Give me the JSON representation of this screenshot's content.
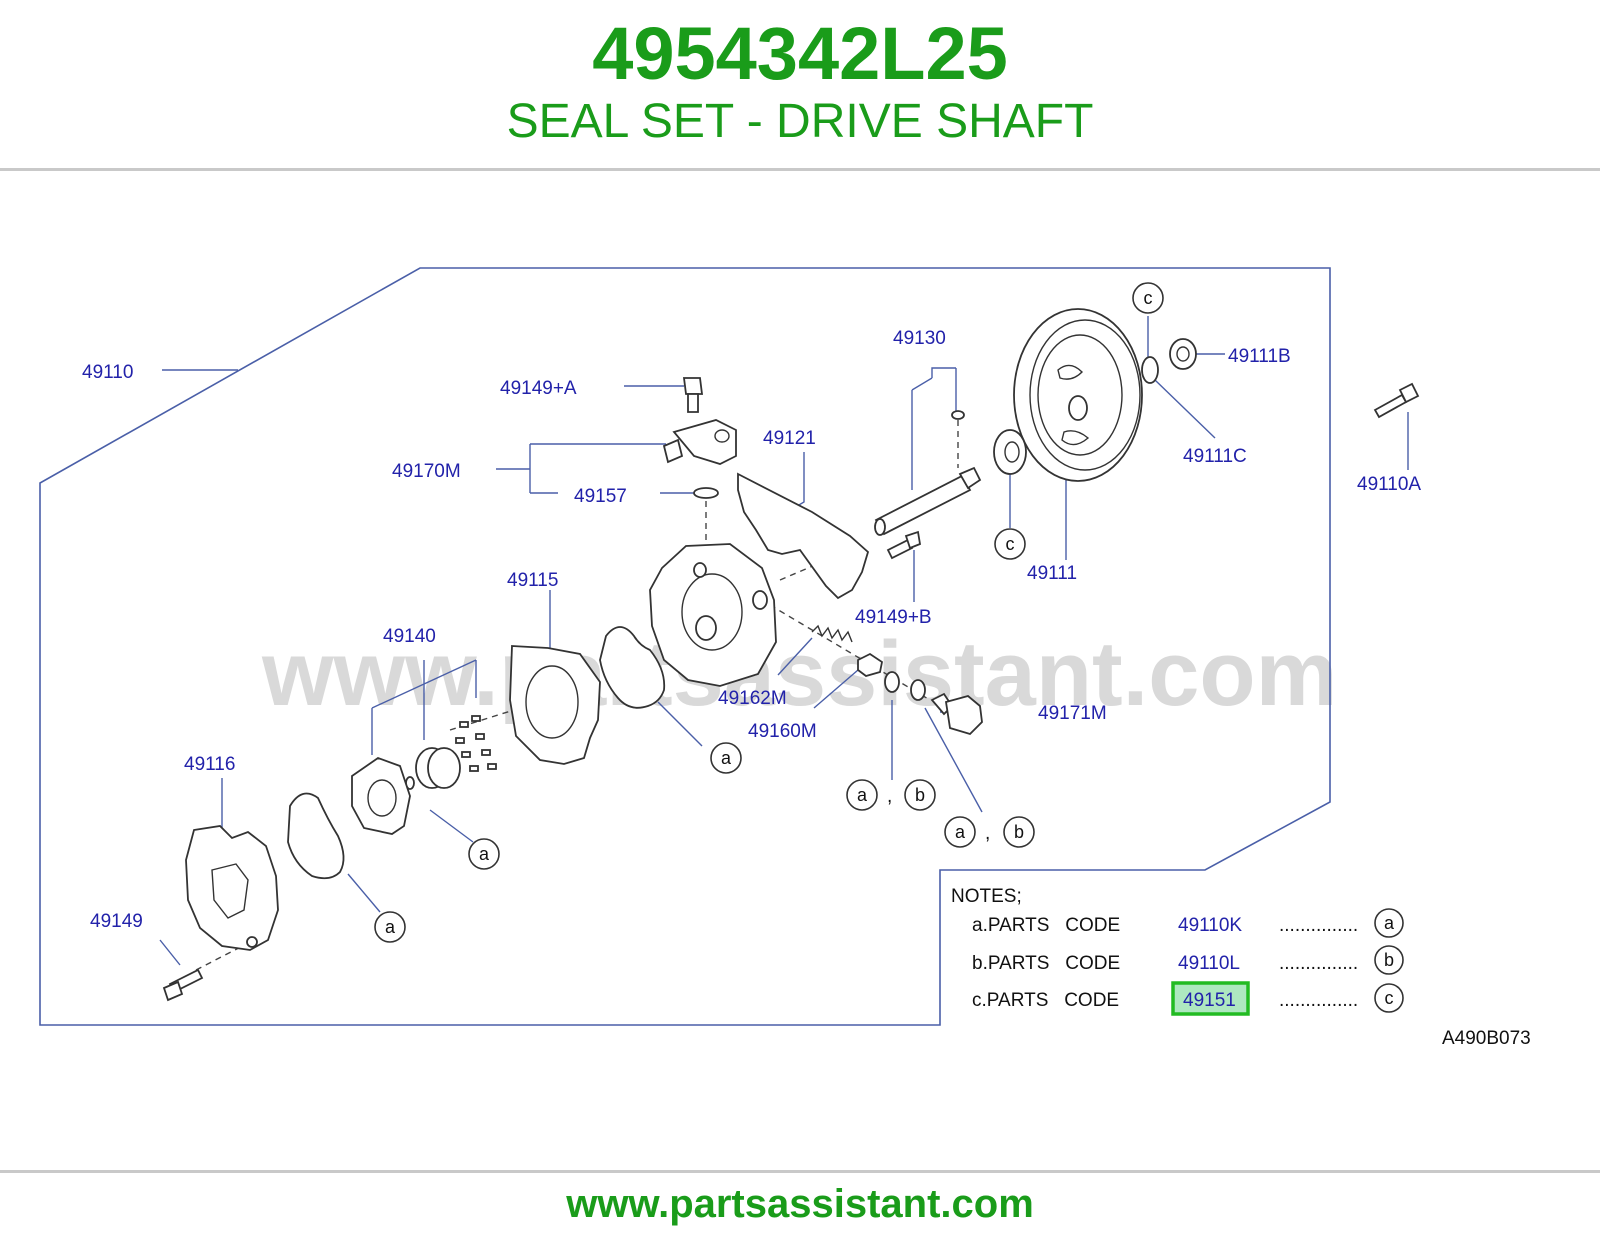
{
  "header": {
    "part_number": "4954342L25",
    "title": "SEAL SET - DRIVE SHAFT"
  },
  "diagram": {
    "watermark": "www.partsassistant.com",
    "labels": {
      "p49110": "49110",
      "p49149A": "49149+A",
      "p49170M": "49170M",
      "p49157": "49157",
      "p49121": "49121",
      "p49130": "49130",
      "p49111B": "49111B",
      "p49111C": "49111C",
      "p49110A": "49110A",
      "p49111": "49111",
      "p49149B": "49149+B",
      "p49115": "49115",
      "p49140": "49140",
      "p49162M": "49162M",
      "p49160M": "49160M",
      "p49171M": "49171M",
      "p49116": "49116",
      "p49149": "49149"
    },
    "callouts": {
      "a": "a",
      "b": "b",
      "c": "c",
      "sep": ","
    },
    "notes": {
      "heading": "NOTES;",
      "rows": [
        {
          "label": "a.PARTS   CODE",
          "code": "49110K",
          "dots": "...............",
          "ref": "a",
          "highlighted": false
        },
        {
          "label": "b.PARTS   CODE",
          "code": "49110L",
          "dots": "...............",
          "ref": "b",
          "highlighted": false
        },
        {
          "label": "c.PARTS   CODE",
          "code": "49151",
          "dots": "...............",
          "ref": "c",
          "highlighted": true
        }
      ]
    },
    "drawing_code": "A490B073",
    "colors": {
      "label": "#2222aa",
      "highlight_border": "#22bb22",
      "highlight_fill": "#aee8c0"
    }
  },
  "footer": {
    "url": "www.partsassistant.com"
  }
}
